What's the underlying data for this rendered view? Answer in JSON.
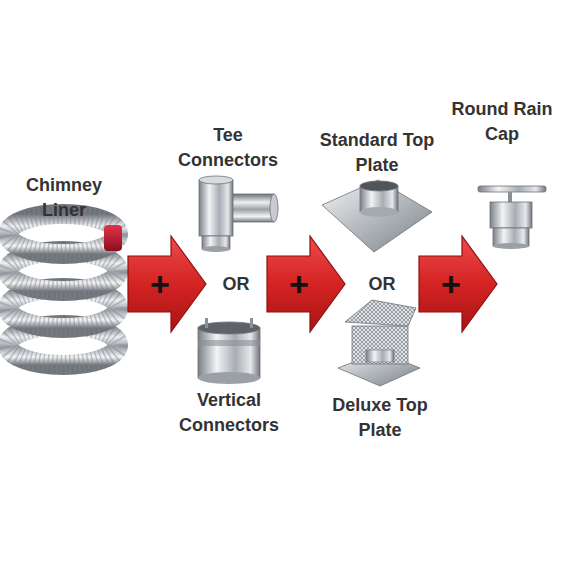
{
  "diagram": {
    "nodes": [
      {
        "text": [
          "+"
        ]
      },
      {
        "text": [
          "+"
        ]
      },
      {
        "text": [
          "+"
        ]
      }
    ],
    "labels": [
      "Chimney Liner",
      "Tee Connectors",
      "OR",
      "Vertical Connectors",
      "Standard Top Plate",
      "OR",
      "Deluxe Top Plate",
      "Round Rain Cap"
    ]
  }
}
